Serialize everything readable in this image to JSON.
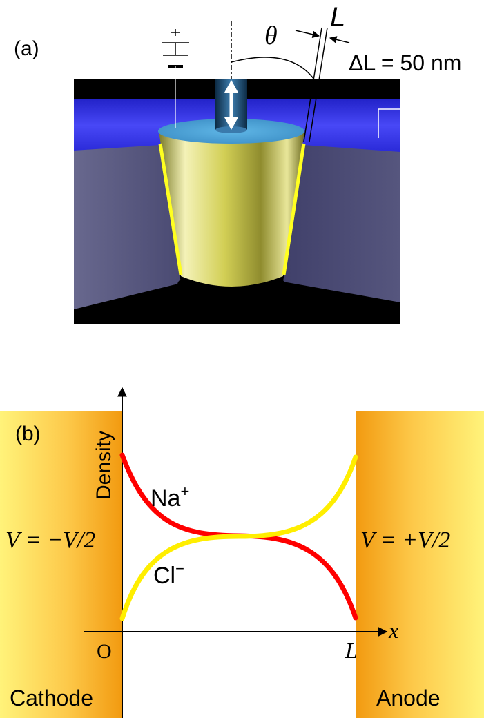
{
  "panel_a": {
    "label": "(a)",
    "theta": "θ",
    "L": "L",
    "delta_L": "ΔL = 50 nm"
  },
  "panel_b": {
    "label": "(b)",
    "y_axis_label": "Density",
    "x_axis_label": "x",
    "origin_label": "O",
    "end_label": "L",
    "cathode_label": "Cathode",
    "anode_label": "Anode",
    "cathode_potential": "V = −V/2",
    "anode_potential": "V = +V/2",
    "na_label": "Na",
    "na_sup": "+",
    "cl_label": "Cl",
    "cl_sup": "−"
  },
  "colors": {
    "na_curve": "#ff0000",
    "cl_curve": "#ffee00",
    "electrode_dark": "#f29a10",
    "electrode_light": "#fff37a",
    "membrane_blue": "#3a3cf0",
    "cone_gold": "#d8d46a"
  }
}
